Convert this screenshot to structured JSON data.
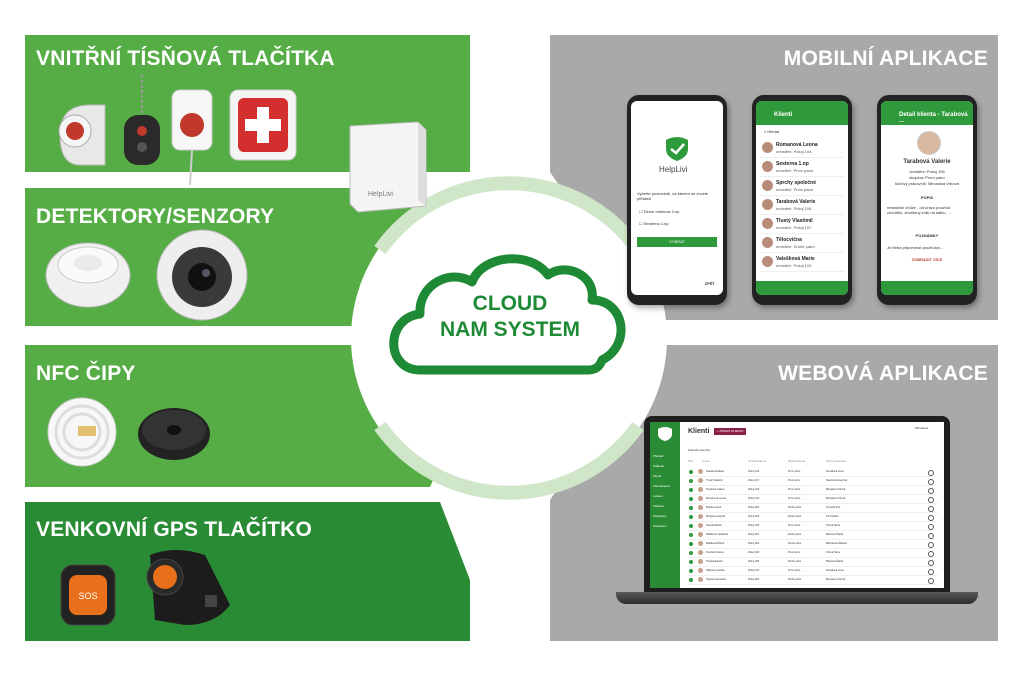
{
  "panels": {
    "indoor_buttons": "VNITŘNÍ TÍSŇOVÁ TLAČÍTKA",
    "detectors": "DETEKTORY/SENZORY",
    "nfc": "NFC ČIPY",
    "gps": "VENKOVNÍ GPS TLAČÍTKO",
    "mobile": "MOBILNÍ APLIKACE",
    "web": "WEBOVÁ APLIKACE"
  },
  "cloud": {
    "line1": "CLOUD",
    "line2": "NAM SYSTEM"
  },
  "colors": {
    "green_light": "#56ad46",
    "green_dark": "#2a8b35",
    "gray": "#a9a9a9",
    "cloud_green": "#1f8a36"
  },
  "devices": {
    "hub_label": "HelpLivi",
    "sos_label": "SOS"
  },
  "phone1": {
    "logo": "HelpLivi",
    "prompt": "Vyberte prosovistě, na kterém se chcete přihlásit",
    "options": [
      "Denní místnost 2.np",
      "Sesterna 1.np"
    ],
    "button": "VYBRAT",
    "back": "ZPĚT"
  },
  "phone2": {
    "title": "Klienti",
    "search": "Hledat",
    "items": [
      {
        "name": "Romanová Leona",
        "sub": "umístění: Pokoj 104"
      },
      {
        "name": "Sesterna 1.np",
        "sub": "umístění: První patro"
      },
      {
        "name": "Sprchy společné",
        "sub": "umístění: První patro"
      },
      {
        "name": "Tarabová Valerie",
        "sub": "umístění: Pokoj 106"
      },
      {
        "name": "Tlustý Vlastimil",
        "sub": "umístění: Pokoj 107"
      },
      {
        "name": "Tělocvična",
        "sub": "umístění: Druhé patro"
      },
      {
        "name": "Valešková Marie",
        "sub": "umístění: Pokoj 103"
      }
    ]
  },
  "phone3": {
    "title": "Detail klienta - Tarabová ...",
    "name": "Tarabová Valerie",
    "lines": [
      "umístění: Pokoj 106",
      "skupina: První patro",
      "klíčový pracovník: Miroslava Vrbová"
    ],
    "popis": "POPIS",
    "popis_text": "nestabilní chůze - od úrazu používá chodítko, zhoršený zrak na dálku, ...",
    "poznamky": "POZNÁMKY",
    "note": "Je třeba připomínat používání...",
    "show_more": "ZOBRAZIT VÍCE"
  },
  "web": {
    "page_title": "Klienti",
    "add_button": "+ PŘIDAT KLIENTA",
    "filter": "Zobrazit všechny",
    "user": "Miroslava",
    "sidebar": [
      "Přehled",
      "Události",
      "Klienti",
      "Zaměstnanci",
      "Lokace",
      "Tlačítka",
      "Příspěvky",
      "Nastavení"
    ],
    "columns": [
      "Stav",
      "Jméno",
      "Umístění klienta",
      "Skupina klienta",
      "Klíčový pracovník"
    ],
    "rows": [
      [
        "Valešková Marie",
        "Pokoj 103",
        "První patro",
        "Nováková Irena"
      ],
      [
        "Tlustý Vlastimil",
        "Pokoj 107",
        "První patro",
        "Skalníková Jarmila"
      ],
      [
        "Tarabová Valerie",
        "Pokoj 106",
        "První patro",
        "Miroslava Vrbová"
      ],
      [
        "Romanová Leona",
        "Pokoj 104",
        "První patro",
        "Miroslava Vrbová"
      ],
      [
        "Plánka Luboš",
        "Pokoj 202",
        "Druhé patro",
        "Chmelík Petr"
      ],
      [
        "Přepětal Leopold",
        "Pokoj 203",
        "Druhé patro",
        "Jiří Kubišta"
      ],
      [
        "Navrátil Bořek",
        "Pokoj 105",
        "První patro",
        "Vítová Hana"
      ],
      [
        "Mládková Ladislava",
        "Pokoj 201",
        "Druhé patro",
        "Mikulová Šárka"
      ],
      [
        "Mládková Řehoř",
        "Pokoj 204",
        "Druhé patro",
        "Babčanová Blanka"
      ],
      [
        "Kneflová Vlasta",
        "Pokoj 108",
        "První patro",
        "Vítová Hana"
      ],
      [
        "Hruška Eduard",
        "Pokoj 205",
        "Druhé patro",
        "Mikulová Šárka"
      ],
      [
        "Hájková Ludmila",
        "Pokoj 101",
        "První patro",
        "Nováková Irena"
      ],
      [
        "Hejtová Jaroslava",
        "Pokoj 202",
        "Druhé patro",
        "Miroslava Vrbová"
      ]
    ]
  }
}
